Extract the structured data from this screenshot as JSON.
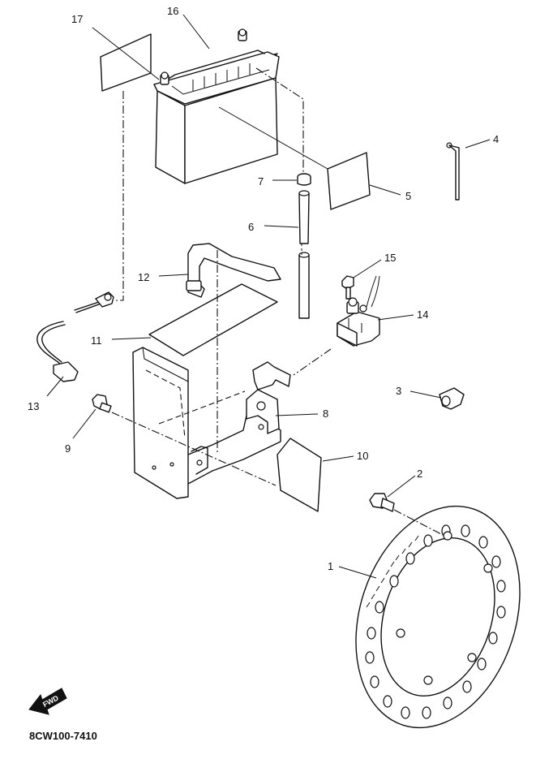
{
  "diagram": {
    "code": "8CW100-7410",
    "fwd_label": "FWD",
    "callouts": [
      "1",
      "2",
      "3",
      "4",
      "5",
      "6",
      "7",
      "8",
      "9",
      "10",
      "11",
      "12",
      "13",
      "14",
      "15",
      "16",
      "17"
    ]
  }
}
